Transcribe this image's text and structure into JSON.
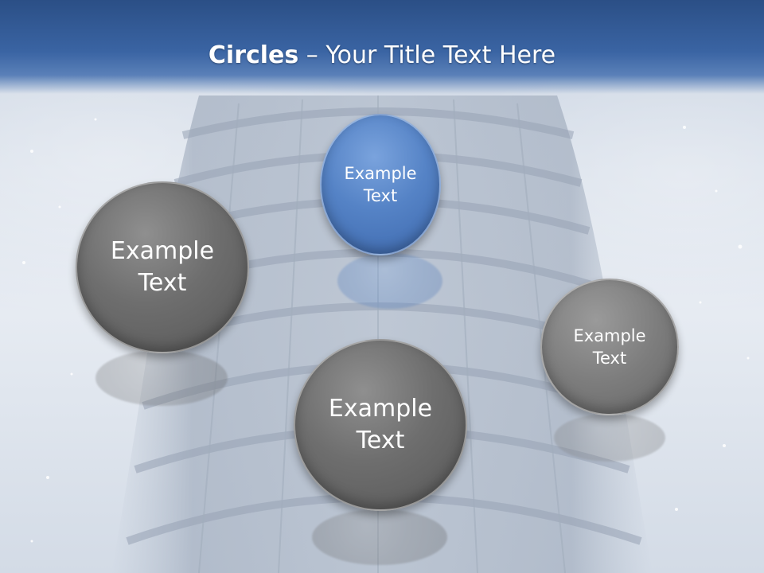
{
  "slide": {
    "title_bold": "Circles",
    "title_rest": " – Your Title Text Here",
    "circles": [
      {
        "line1": "Example",
        "line2": "Text"
      },
      {
        "line1": "Example",
        "line2": "Text"
      },
      {
        "line1": "Example",
        "line2": "Text"
      },
      {
        "line1": "Example",
        "line2": "Text"
      }
    ]
  },
  "colors": {
    "title_bar": "#2b4f86",
    "circle_gray": "#6e6e6e",
    "circle_blue": "#5583c6",
    "text": "#ffffff"
  }
}
